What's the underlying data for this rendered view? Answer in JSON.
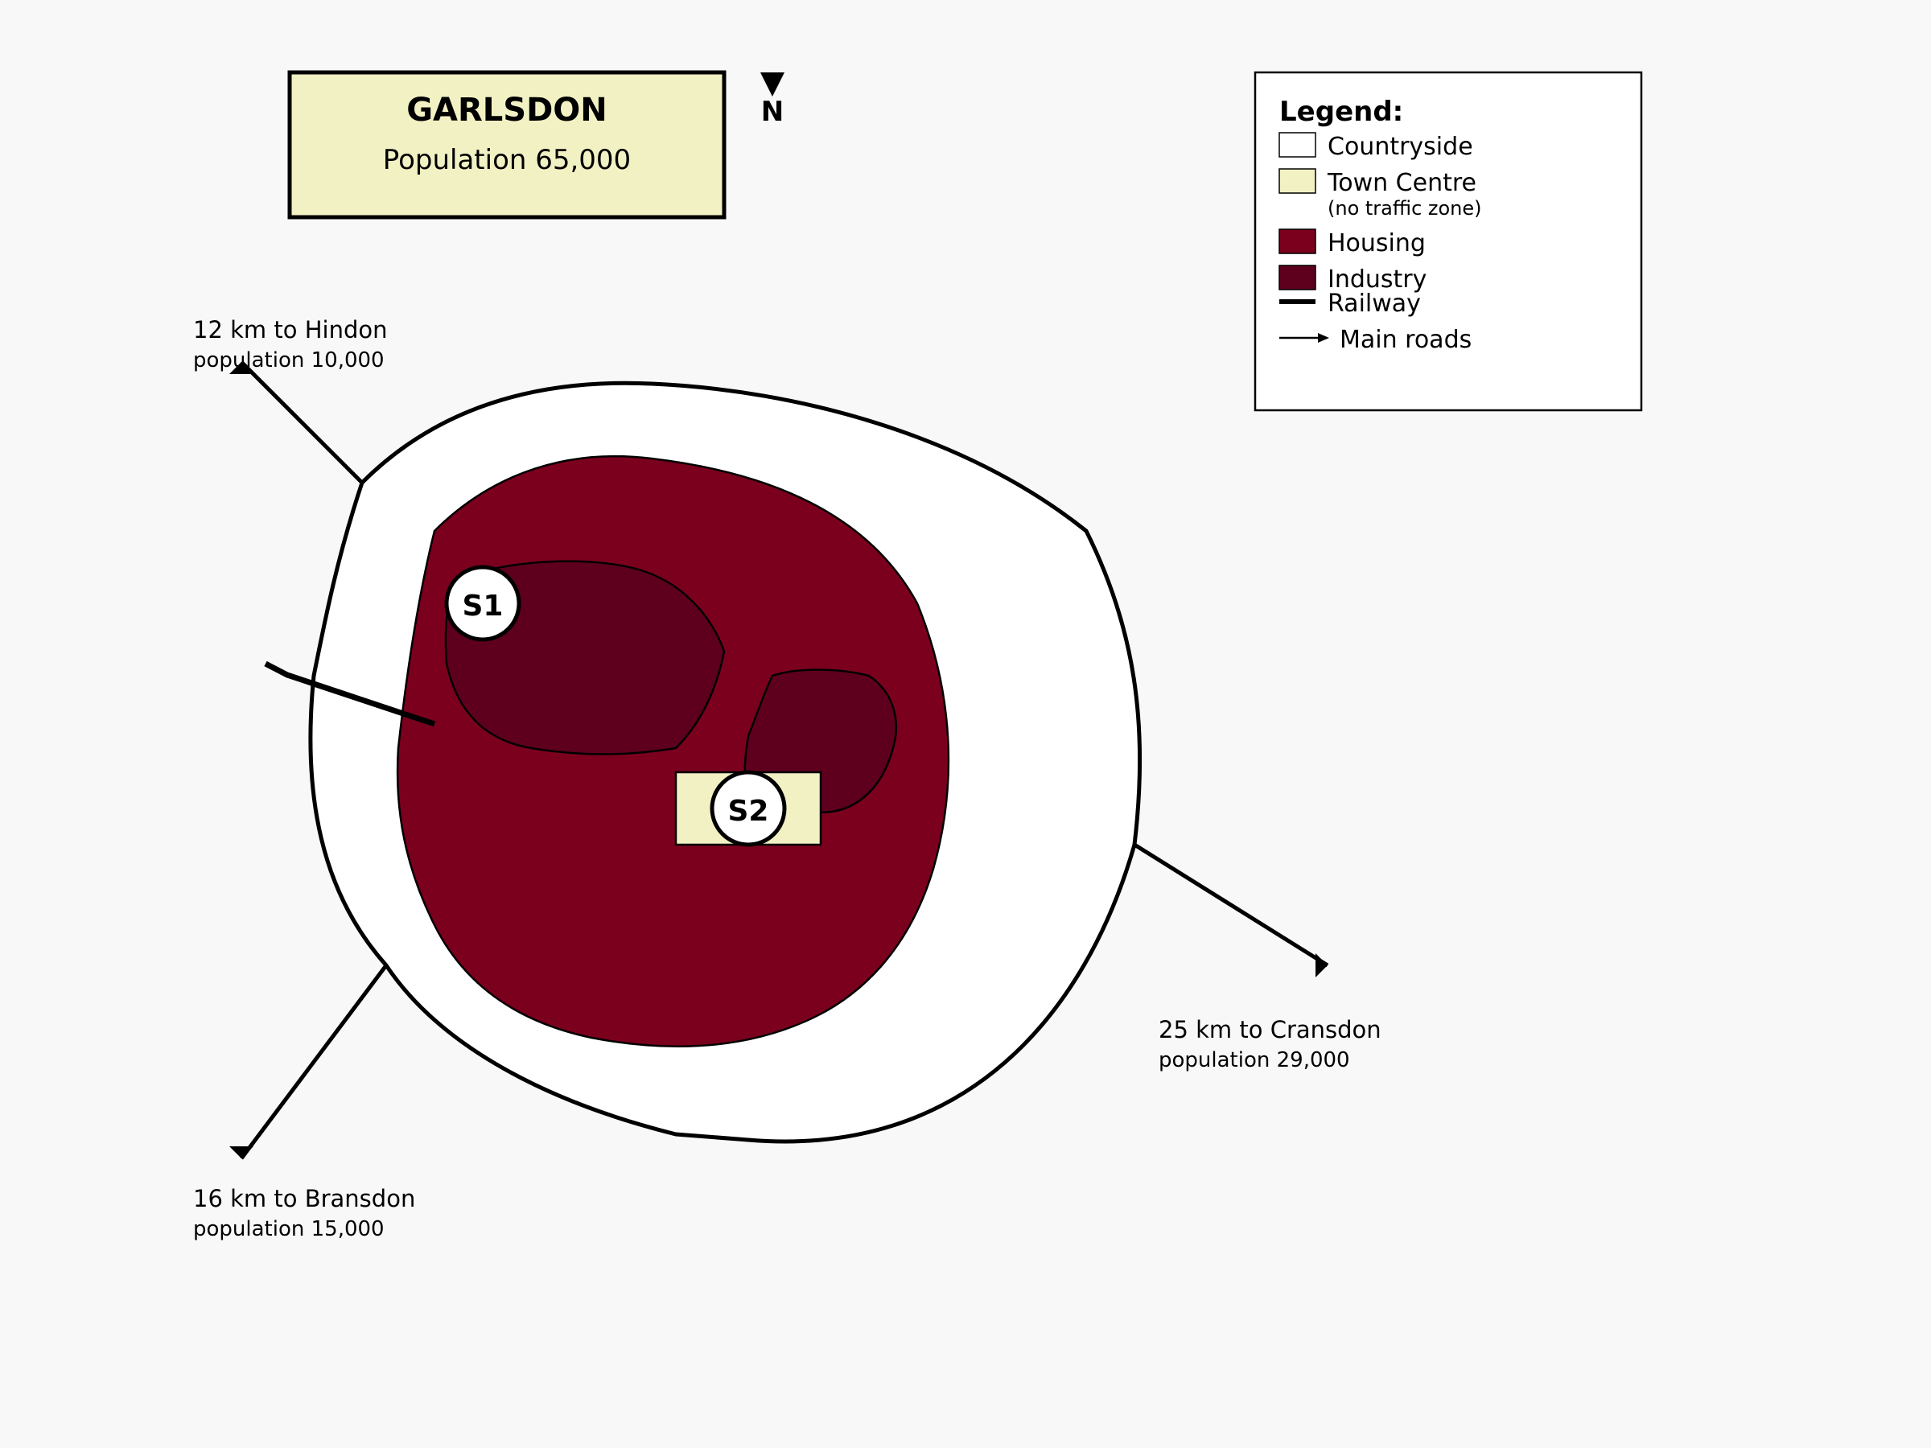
{
  "town": {
    "name": "GARLSDON",
    "population": "Population 65,000"
  },
  "north": {
    "label": "N"
  },
  "legend": {
    "heading": "Legend:",
    "countryside": "Countryside",
    "town_centre": "Town Centre",
    "town_centre_note": "(no traffic zone)",
    "housing": "Housing",
    "industry": "Industry",
    "railway": "Railway",
    "main_roads": "Main roads"
  },
  "destinations": {
    "hindon": {
      "distance": "12 km to Hindon",
      "population": "population 10,000"
    },
    "cransdon": {
      "distance": "25 km to Cransdon",
      "population": "population 29,000"
    },
    "bransdon": {
      "distance": "16 km to Bransdon",
      "population": "population 15,000"
    }
  },
  "sites": {
    "s1": "S1",
    "s2": "S2"
  },
  "colors": {
    "background": "#f8f8f8",
    "countryside": "#ffffff",
    "town_centre": "#f2f1c4",
    "housing": "#7b001e",
    "industry": "#5e001d"
  }
}
